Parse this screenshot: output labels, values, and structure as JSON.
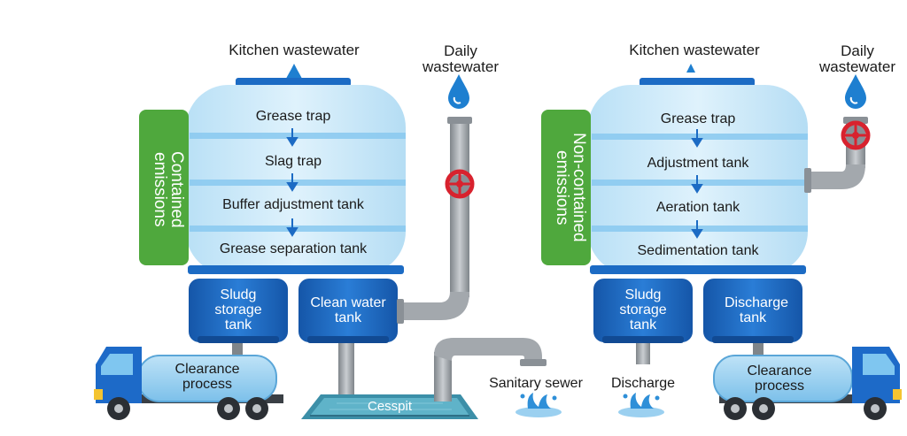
{
  "left": {
    "source_label": "Kitchen wastewater",
    "daily_label": "Daily wastewater",
    "side_label": "Contained emissions",
    "stages": [
      "Grease trap",
      "Slag trap",
      "Buffer adjustment tank",
      "Grease separation tank"
    ],
    "sludge_tank": "Sludg storage tank",
    "clean_tank": "Clean water tank",
    "truck_label": "Clearance process",
    "pit_label": "Cesspit",
    "outlet_label": "Sanitary sewer"
  },
  "right": {
    "source_label": "Kitchen wastewater",
    "daily_label": "Daily wastewater",
    "side_label": "Non-contained emissions",
    "stages": [
      "Grease trap",
      "Adjustment tank",
      "Aeration tank",
      "Sedimentation tank"
    ],
    "sludge_tank": "Sludg storage tank",
    "discharge_tank": "Discharge tank",
    "truck_label": "Clearance process",
    "outlet_label": "Discharge"
  },
  "colors": {
    "tank_fill": "#cfeaf9",
    "band": "#8ccaef",
    "tank_blue": "#1c6bc4",
    "green_label": "#4fa83d",
    "pipe": "#9ea3a8",
    "valve": "#d8222e",
    "truck_blue": "#1d6ac8",
    "arrow": "#1c6bc4"
  }
}
